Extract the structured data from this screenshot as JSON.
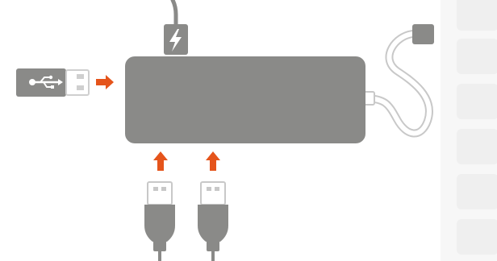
{
  "diagram": {
    "hub": {
      "name": "usb-hub",
      "color": "#8a8a88"
    },
    "ports": {
      "power": {
        "icon": "lightning-bolt-icon"
      },
      "input": {
        "icon": "usb-trident-icon"
      },
      "outputs": [
        "usb-a-plug-1",
        "usb-a-plug-2"
      ]
    },
    "colors": {
      "device": "#8a8a88",
      "arrow": "#e5541b",
      "cable": "#8a8a88",
      "cable_outline": "#c8c8c8",
      "panel": "#f7f7f7",
      "slot": "#efefef"
    },
    "side_panel_slots": 6
  }
}
